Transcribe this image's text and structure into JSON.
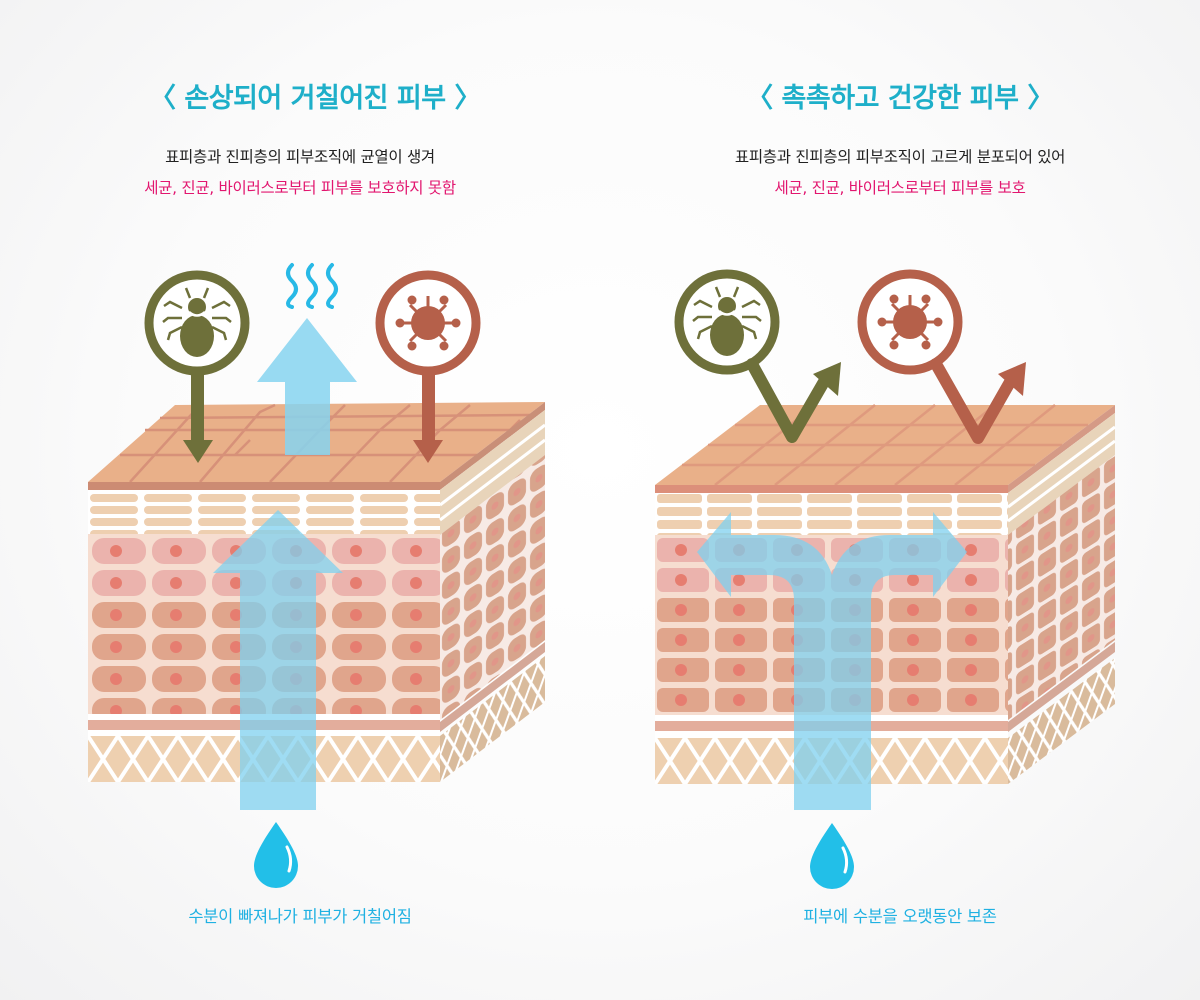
{
  "left_panel": {
    "title": "〈 손상되어 거칠어진 피부 〉",
    "subtitle_line1": "표피층과 진피층의 피부조직에 균열이 생겨",
    "subtitle_line2": "세균, 진균, 바이러스로부터 피부를 보호하지 못함",
    "caption": "수분이 빠져나가 피부가 거칠어짐",
    "icons": [
      "mite-icon",
      "virus-icon",
      "moisture-evaporation-icon",
      "water-drop-icon"
    ]
  },
  "right_panel": {
    "title": "〈 촉촉하고 건강한 피부 〉",
    "subtitle_line1": "표피층과 진피층의 피부조직이 고르게 분포되어 있어",
    "subtitle_line2": "세균, 진균, 바이러스로부터 피부를 보호",
    "caption": "피부에 수분을 오랫동안 보존",
    "icons": [
      "mite-icon",
      "virus-icon",
      "water-drop-icon"
    ]
  },
  "colors": {
    "title": "#1eafc9",
    "highlight": "#e2166f",
    "caption": "#1fb1e2",
    "mite": "#6e703a",
    "virus": "#b5604a",
    "water_arrow": "#7fd0ef",
    "water_drop": "#22bfe8",
    "skin_top": "#e9b089",
    "skin_cells": "#e0a58c",
    "cell_pink": "#eab2ae"
  }
}
